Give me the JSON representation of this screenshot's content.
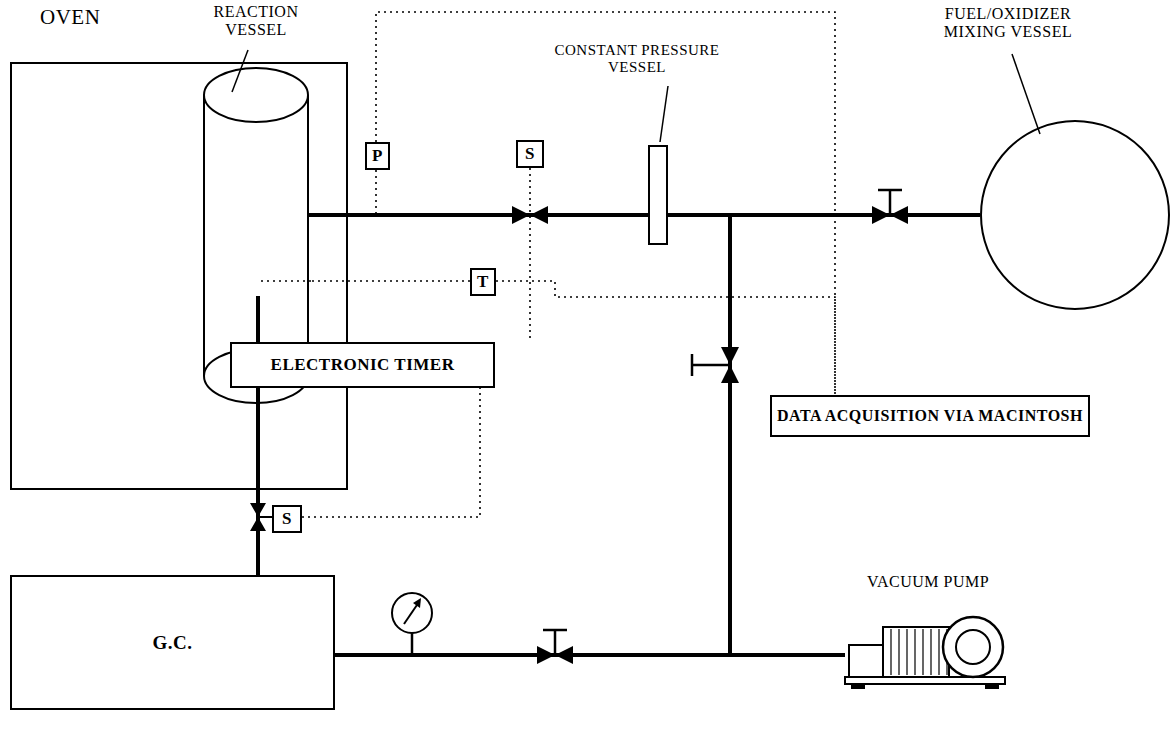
{
  "diagram": {
    "nodes": [
      {
        "text": [
          "OVEN"
        ]
      },
      {
        "text": [
          "REACTION VESSEL"
        ],
        "in": 0
      },
      {
        "text": [
          "P"
        ]
      },
      {
        "text": [
          "S"
        ]
      },
      {
        "text": [
          "CONSTANT PRESSURE VESSEL"
        ]
      },
      {
        "text": [
          "FUEL/OXIDIZER MIXING VESSEL"
        ]
      },
      {
        "text": [
          "T"
        ]
      },
      {
        "text": [
          "ELECTRONIC TIMER"
        ]
      },
      {
        "text": [
          "DATA ACQUISITION VIA MACINTOSH"
        ]
      },
      {
        "text": [
          "S"
        ]
      },
      {
        "text": [
          "G.C."
        ]
      },
      {
        "text": [
          "VACUUM PUMP"
        ]
      }
    ],
    "edges": [
      {
        "from": 1,
        "to": 4,
        "arrow": "none"
      },
      {
        "from": 4,
        "to": 5,
        "arrow": "none"
      },
      {
        "from": 4,
        "to": 11,
        "arrow": "none"
      },
      {
        "from": 10,
        "to": 11,
        "arrow": "none"
      },
      {
        "from": 1,
        "to": 10,
        "arrow": "none"
      },
      {
        "from": 6,
        "to": 1,
        "arrow": "none"
      },
      {
        "from": 2,
        "to": 8,
        "arrow": "none"
      },
      {
        "from": 6,
        "to": 8,
        "arrow": "none"
      },
      {
        "from": 3,
        "to": 7,
        "arrow": "none"
      },
      {
        "from": 9,
        "to": 7,
        "arrow": "none"
      }
    ]
  }
}
